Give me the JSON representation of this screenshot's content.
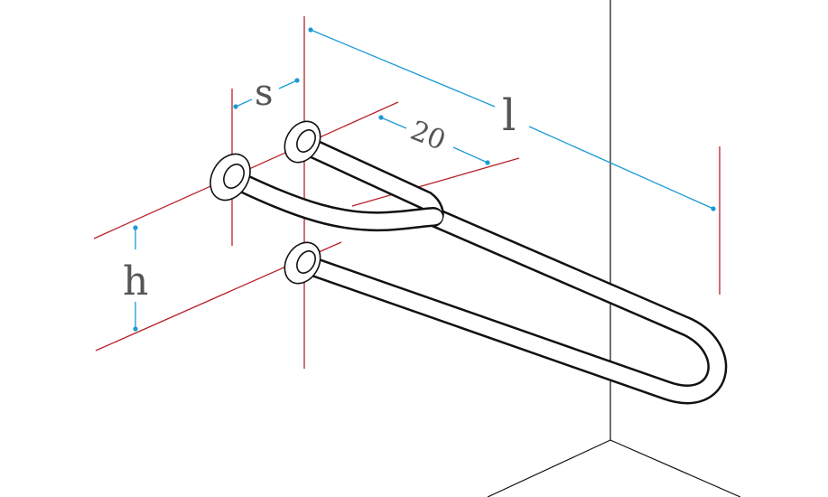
{
  "diagram": {
    "labels": {
      "s": "s",
      "spacing_20": "20",
      "l": "l",
      "h": "h"
    },
    "colors": {
      "dimension_blue": "#1a9ad6",
      "guide_red": "#b8222a",
      "outline_black": "#111111",
      "label_grey": "#555555",
      "background": "#ffffff"
    }
  }
}
